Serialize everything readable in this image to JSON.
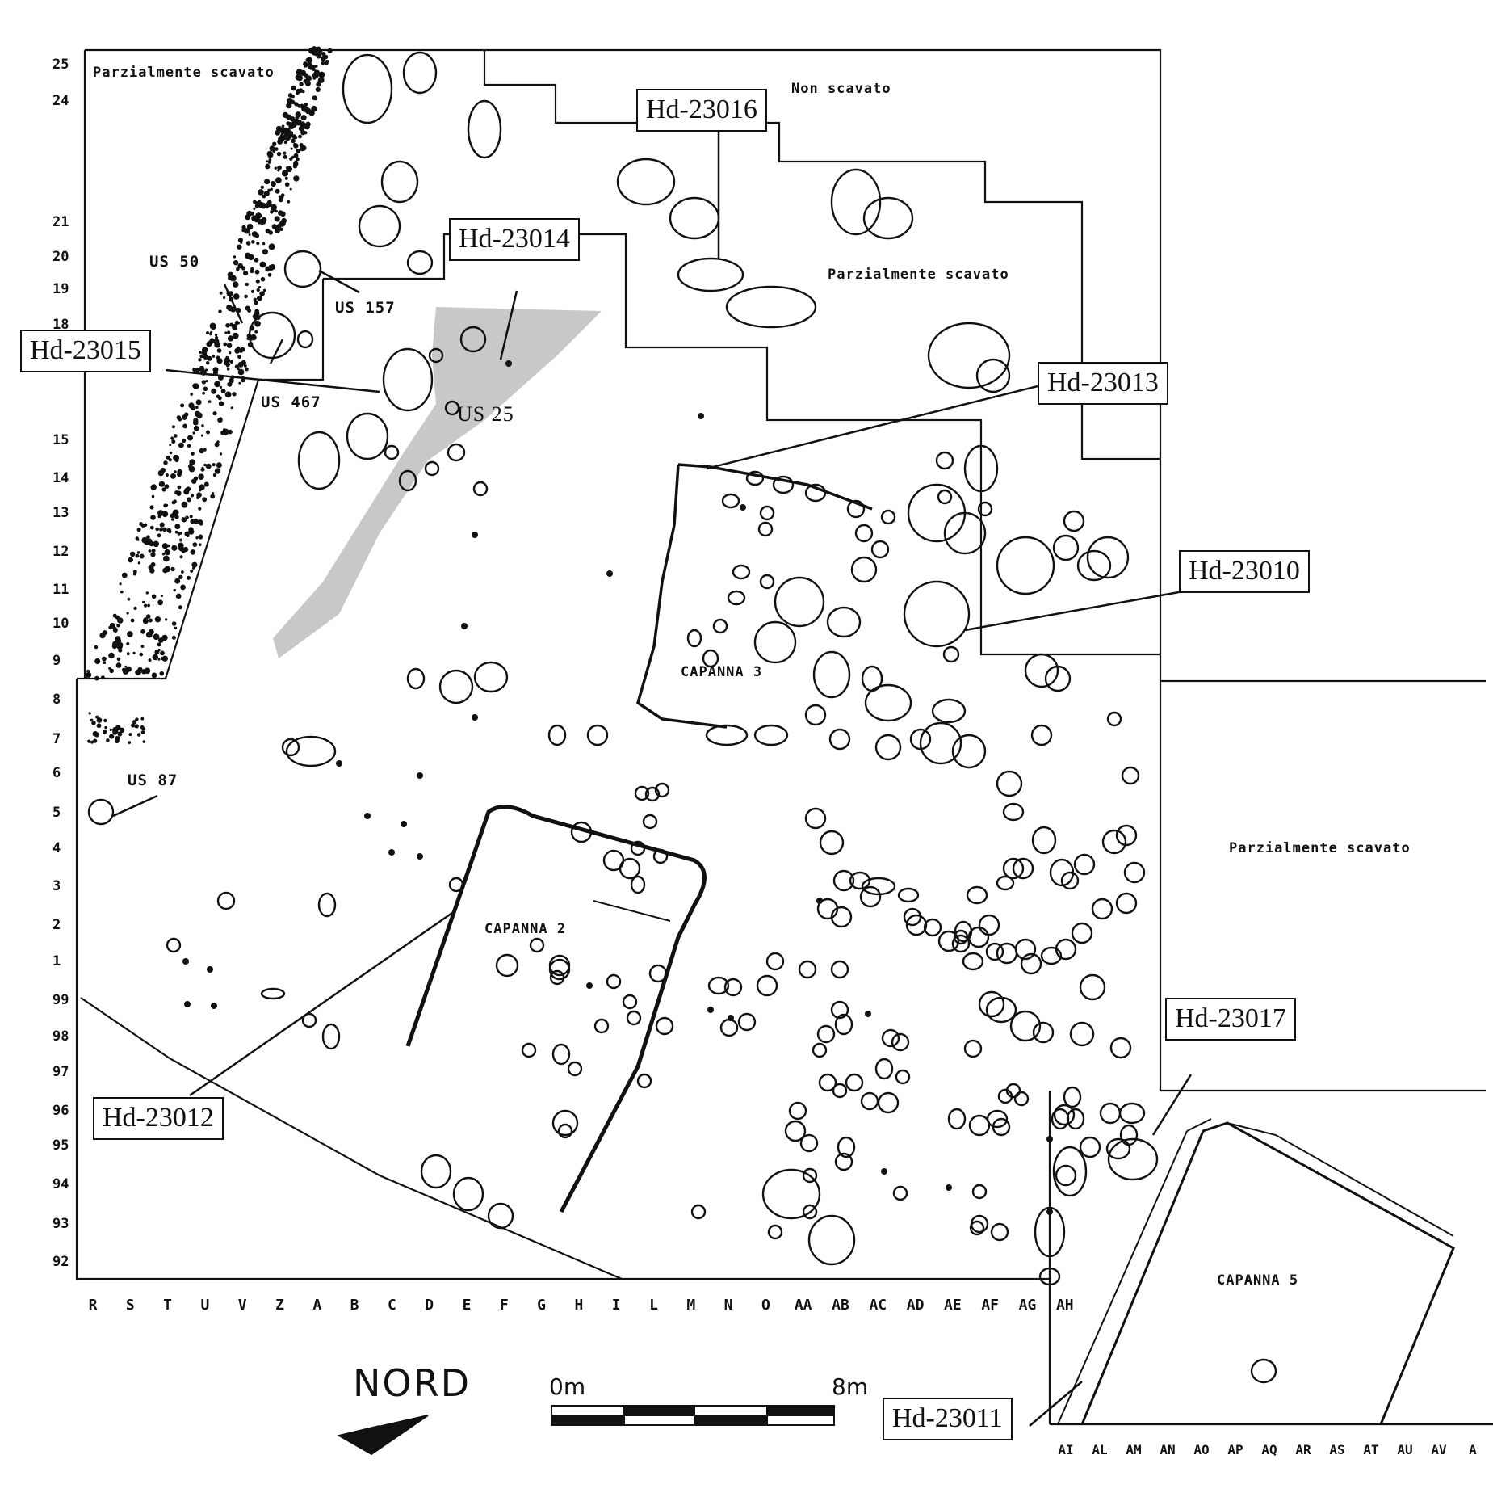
{
  "map": {
    "zones": {
      "partially_excavated": "Parzialmente scavato",
      "not_excavated": "Non scavato"
    },
    "huts": [
      "CAPANNA 2",
      "CAPANNA 3",
      "CAPANNA 5"
    ],
    "samples": [
      "Hd-23010",
      "Hd-23011",
      "Hd-23012",
      "Hd-23013",
      "Hd-23014",
      "Hd-23015",
      "Hd-23016",
      "Hd-23017"
    ],
    "units": [
      "US 50",
      "US 157",
      "US 467",
      "US 25",
      "US 87"
    ],
    "north_label": "NORD",
    "scale": {
      "start": "0m",
      "end": "8m"
    },
    "rows": [
      "25",
      "24",
      "21",
      "20",
      "19",
      "18",
      "15",
      "14",
      "13",
      "12",
      "11",
      "10",
      "9",
      "8",
      "7",
      "6",
      "5",
      "4",
      "3",
      "2",
      "1",
      "99",
      "98",
      "97",
      "96",
      "95",
      "94",
      "93",
      "92"
    ],
    "columns_main": [
      "R",
      "S",
      "T",
      "U",
      "V",
      "Z",
      "A",
      "B",
      "C",
      "D",
      "E",
      "F",
      "G",
      "H",
      "I",
      "L",
      "M",
      "N",
      "O",
      "AA",
      "AB",
      "AC",
      "AD",
      "AE",
      "AF",
      "AG",
      "AH"
    ],
    "columns_ext": [
      "AI",
      "AL",
      "AM",
      "AN",
      "AO",
      "AP",
      "AQ",
      "AR",
      "AS",
      "AT",
      "AU",
      "AV",
      "A"
    ]
  }
}
